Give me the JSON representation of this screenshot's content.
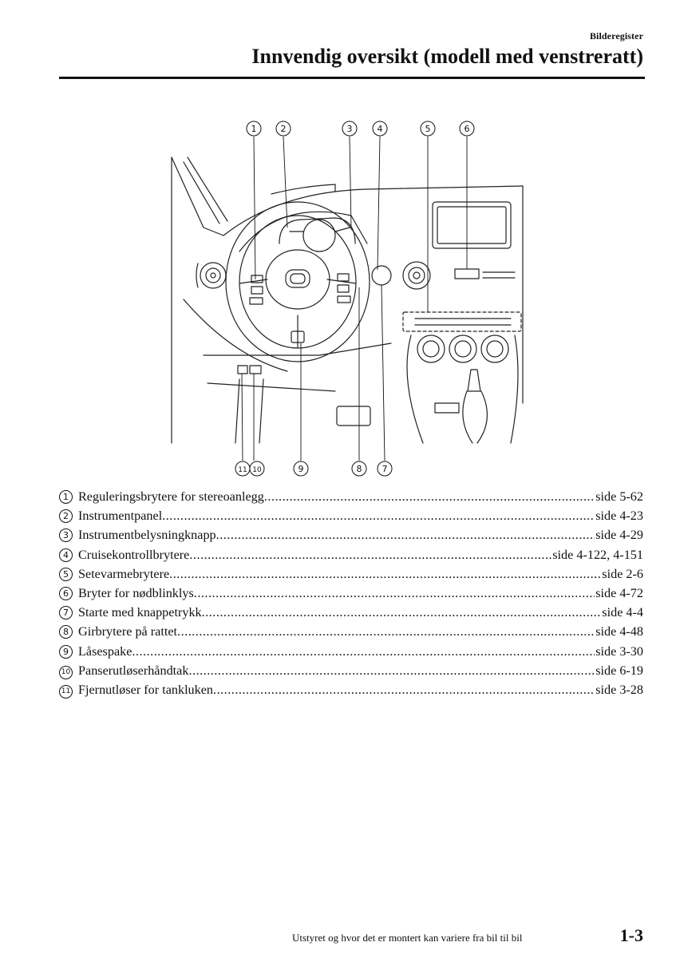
{
  "header": {
    "section": "Bilderegister",
    "title": "Innvendig oversikt (modell med venstreratt)"
  },
  "diagram": {
    "callouts": [
      {
        "num": "1",
        "symbol": "①"
      },
      {
        "num": "2",
        "symbol": "②"
      },
      {
        "num": "3",
        "symbol": "③"
      },
      {
        "num": "4",
        "symbol": "④"
      },
      {
        "num": "5",
        "symbol": "⑤"
      },
      {
        "num": "6",
        "symbol": "⑥"
      },
      {
        "num": "7",
        "symbol": "⑦"
      },
      {
        "num": "8",
        "symbol": "⑧"
      },
      {
        "num": "9",
        "symbol": "⑨"
      },
      {
        "num": "10",
        "symbol": "⑩"
      },
      {
        "num": "11",
        "symbol": "⑪"
      }
    ]
  },
  "legend": [
    {
      "num": "1",
      "label": "Reguleringsbrytere for stereoanlegg",
      "page": "side 5-62"
    },
    {
      "num": "2",
      "label": "Instrumentpanel",
      "page": "side 4-23"
    },
    {
      "num": "3",
      "label": "Instrumentbelysningknapp",
      "page": "side 4-29"
    },
    {
      "num": "4",
      "label": "Cruisekontrollbrytere",
      "page": "side 4-122, 4-151"
    },
    {
      "num": "5",
      "label": "Setevarmebrytere",
      "page": "side 2-6"
    },
    {
      "num": "6",
      "label": "Bryter for nødblinklys",
      "page": "side 4-72"
    },
    {
      "num": "7",
      "label": "Starte med knappetrykk",
      "page": "side 4-4"
    },
    {
      "num": "8",
      "label": "Girbrytere på rattet",
      "page": "side 4-48"
    },
    {
      "num": "9",
      "label": "Låsespake",
      "page": "side 3-30"
    },
    {
      "num": "10",
      "label": "Panserutløserhåndtak",
      "page": "side 6-19"
    },
    {
      "num": "11",
      "label": "Fjernutløser for tankluken",
      "page": "side 3-28"
    }
  ],
  "footer": {
    "note": "Utstyret og hvor det er montert kan variere fra bil til bil",
    "page_number": "1-3"
  }
}
